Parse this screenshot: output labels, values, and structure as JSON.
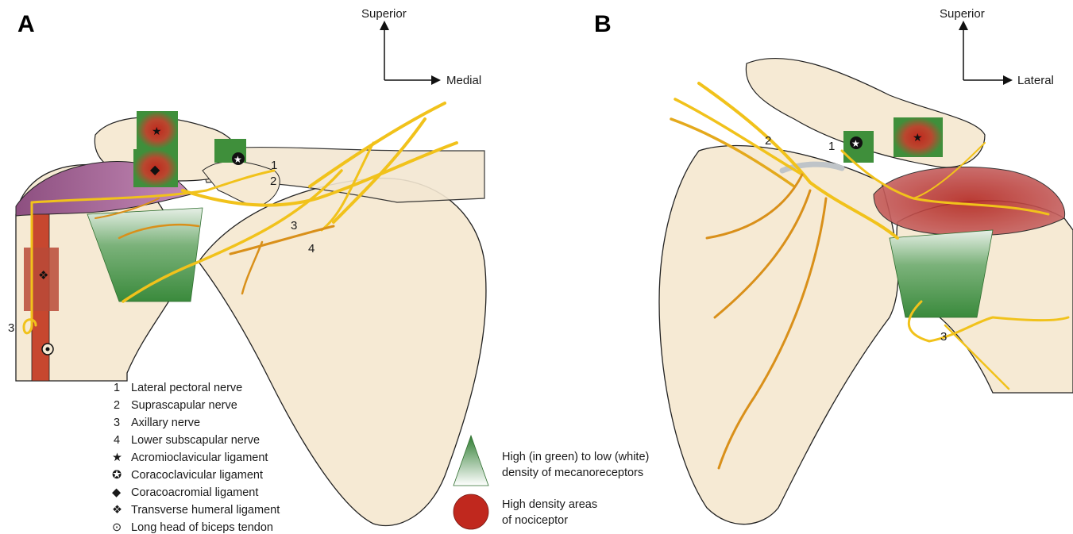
{
  "panels": [
    {
      "letter": "A",
      "orientation": {
        "vertical": "Superior",
        "horizontal": "Medial"
      },
      "nerve_labels": [
        "1",
        "2",
        "3",
        "4",
        "3"
      ]
    },
    {
      "letter": "B",
      "orientation": {
        "vertical": "Superior",
        "horizontal": "Lateral"
      },
      "nerve_labels": [
        "1",
        "2",
        "3"
      ]
    }
  ],
  "key": [
    {
      "symbol": "1",
      "label": "Lateral pectoral nerve"
    },
    {
      "symbol": "2",
      "label": "Suprascapular nerve"
    },
    {
      "symbol": "3",
      "label": "Axillary nerve"
    },
    {
      "symbol": "4",
      "label": "Lower subscapular nerve"
    },
    {
      "symbol": "★",
      "label": "Acromioclavicular ligament"
    },
    {
      "symbol": "✪",
      "label": "Coracoclavicular ligament"
    },
    {
      "symbol": "◆",
      "label": "Coracoacromial ligament"
    },
    {
      "symbol": "❖",
      "label": "Transverse humeral ligament"
    },
    {
      "symbol": "⊙",
      "label": "Long head of biceps tendon"
    }
  ],
  "density_legend": {
    "mechanoreceptors": [
      "High (in green) to low (white)",
      "density of mecanoreceptors"
    ],
    "nociceptors": [
      "High density areas",
      "of nociceptor"
    ]
  },
  "colors": {
    "bone": "#f6ead4",
    "nerve_yellow": "#f1c21b",
    "nerve_orange": "#d9901a",
    "ligament_green": "#3f8f3b",
    "nociceptor_red": "#c0392b",
    "muscle_purple": "#a06a95"
  }
}
